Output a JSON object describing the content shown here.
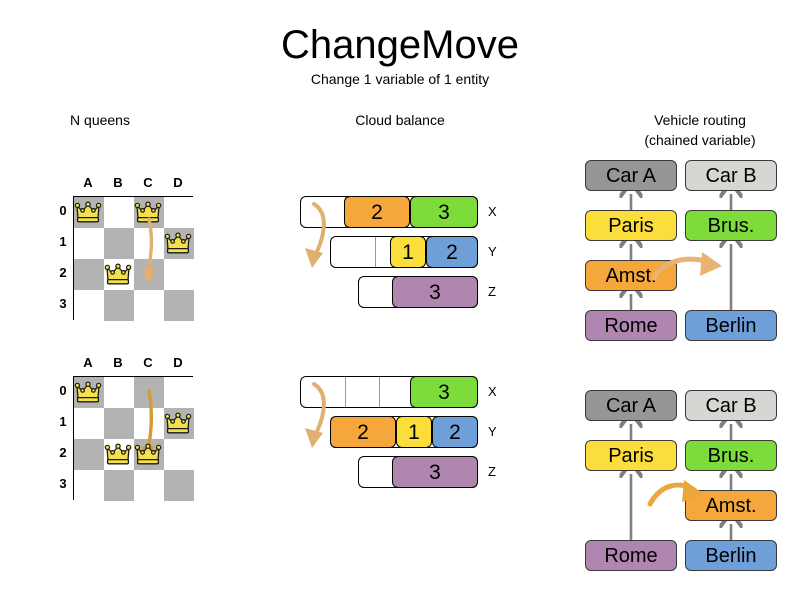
{
  "title": "ChangeMove",
  "subtitle": "Change 1 variable of 1 entity",
  "headings": {
    "nqueens": "N queens",
    "cloud": "Cloud balance",
    "routing_line1": "Vehicle routing",
    "routing_line2": "(chained variable)"
  },
  "colors": {
    "orange": "#f5a73b",
    "green": "#7ddc3a",
    "yellow": "#fbdd3c",
    "blue": "#6f9fd8",
    "purple": "#b086b0",
    "car_a_gray": "#969696",
    "car_b_gray": "#d6d6d2",
    "board_dark": "#b3b3b3",
    "board_light": "#ffffff",
    "queen_gold": "#f2e14c",
    "move_arrow": "#e0b070",
    "chain_line": "#808080"
  },
  "nqueens": {
    "column_labels": [
      "A",
      "B",
      "C",
      "D"
    ],
    "row_labels": [
      "0",
      "1",
      "2",
      "3"
    ],
    "before": {
      "queens": [
        {
          "col": 0,
          "row": 0
        },
        {
          "col": 2,
          "row": 0
        },
        {
          "col": 3,
          "row": 1
        },
        {
          "col": 1,
          "row": 2
        }
      ],
      "move": {
        "from_col": 2,
        "from_row": 0,
        "to_col": 2,
        "to_row": 2
      }
    },
    "after": {
      "queens": [
        {
          "col": 0,
          "row": 0
        },
        {
          "col": 3,
          "row": 1
        },
        {
          "col": 1,
          "row": 2
        },
        {
          "col": 2,
          "row": 2
        }
      ],
      "move": {
        "from_col": 2,
        "from_row": 0,
        "to_col": 2,
        "to_row": 2
      }
    }
  },
  "cloud_balance": {
    "row_labels": [
      "X",
      "Y",
      "Z"
    ],
    "before": {
      "rows": [
        {
          "label": "X",
          "processes": [
            {
              "value": "2",
              "color": "#f5a73b"
            },
            {
              "value": "3",
              "color": "#7ddc3a"
            }
          ]
        },
        {
          "label": "Y",
          "processes": [
            {
              "value": "1",
              "color": "#fbdd3c"
            },
            {
              "value": "2",
              "color": "#6f9fd8"
            }
          ]
        },
        {
          "label": "Z",
          "processes": [
            {
              "value": "3",
              "color": "#b086b0"
            }
          ]
        }
      ]
    },
    "after": {
      "rows": [
        {
          "label": "X",
          "processes": [
            {
              "value": "3",
              "color": "#7ddc3a"
            }
          ]
        },
        {
          "label": "Y",
          "processes": [
            {
              "value": "2",
              "color": "#f5a73b"
            },
            {
              "value": "1",
              "color": "#fbdd3c"
            },
            {
              "value": "2",
              "color": "#6f9fd8"
            }
          ]
        },
        {
          "label": "Z",
          "processes": [
            {
              "value": "3",
              "color": "#b086b0"
            }
          ]
        }
      ]
    },
    "moved_process": "2"
  },
  "vehicle_routing": {
    "before": {
      "chain_a": [
        "Car A",
        "Paris",
        "Amst.",
        "Rome"
      ],
      "chain_b": [
        "Car B",
        "Brus.",
        "Berlin"
      ]
    },
    "after": {
      "chain_a": [
        "Car A",
        "Paris",
        "Rome"
      ],
      "chain_b": [
        "Car B",
        "Brus.",
        "Amst.",
        "Berlin"
      ]
    },
    "moved_node": "Amst.",
    "node_colors": {
      "Car A": "#969696",
      "Car B": "#d6d6d2",
      "Paris": "#fbdd3c",
      "Brus.": "#7ddc3a",
      "Amst.": "#f5a73b",
      "Rome": "#b086b0",
      "Berlin": "#6f9fd8"
    }
  }
}
